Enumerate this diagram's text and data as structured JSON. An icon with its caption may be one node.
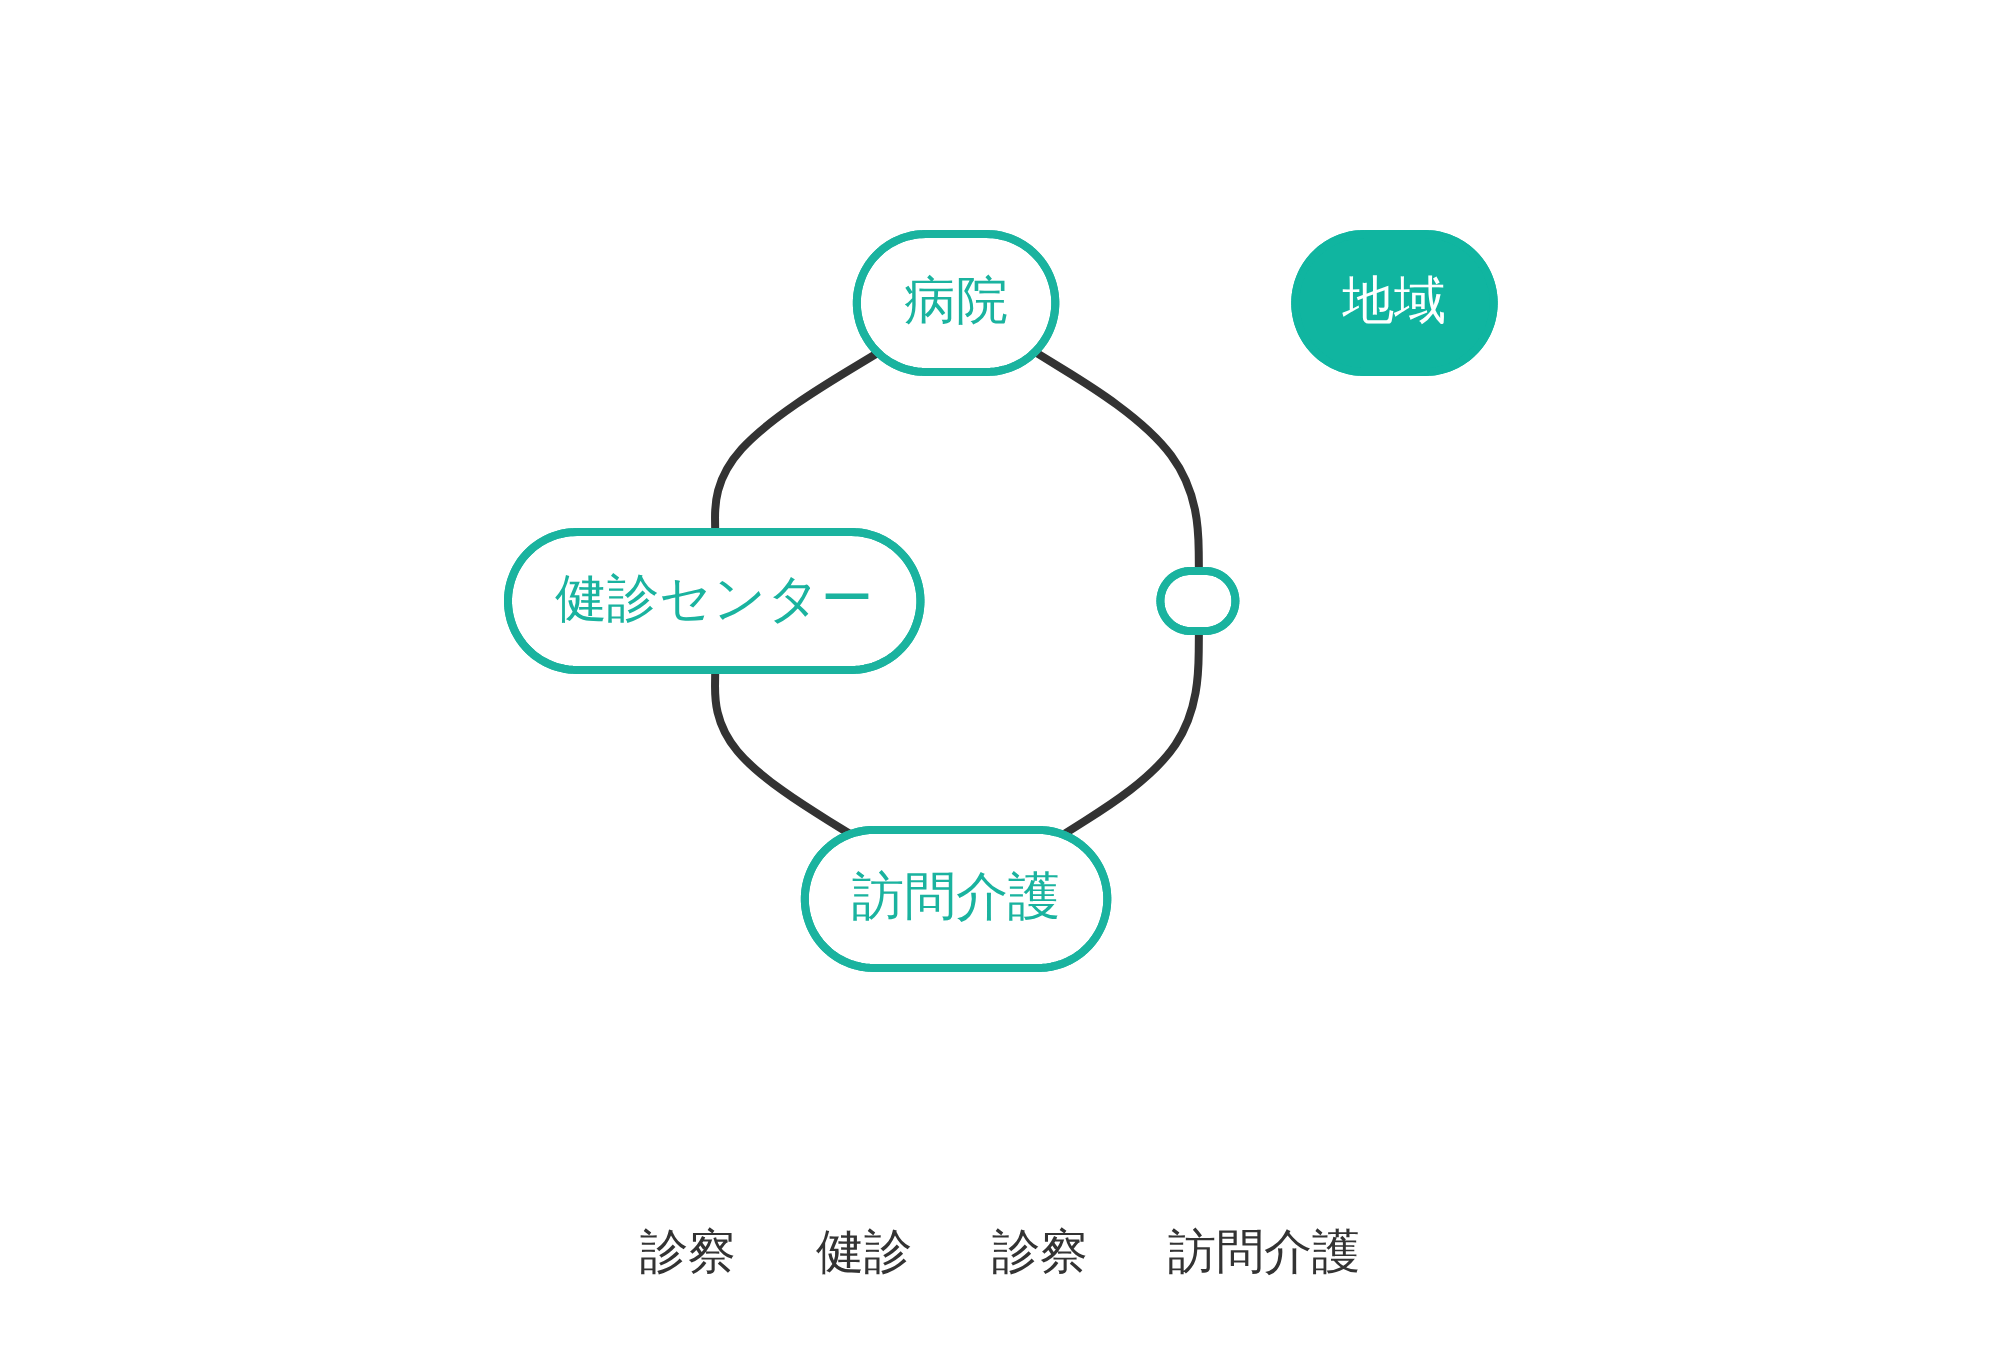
{
  "diagram": {
    "nodes": [
      {
        "text": [
          "病院"
        ]
      },
      {
        "text": [
          "健診センター"
        ]
      },
      {
        "text": [
          "地域"
        ]
      },
      {
        "text": [],
        "shape": "pill"
      },
      {
        "text": [
          "訪問介護"
        ]
      }
    ],
    "edges": [
      {
        "from": 0,
        "to": 1,
        "arrow": "none"
      },
      {
        "from": 1,
        "to": 4,
        "arrow": "none"
      },
      {
        "from": 0,
        "to": 3,
        "arrow": "none"
      },
      {
        "from": 3,
        "to": 4,
        "arrow": "none"
      }
    ],
    "labels": [
      "診察",
      "健診",
      "診察",
      "訪問介護"
    ]
  }
}
